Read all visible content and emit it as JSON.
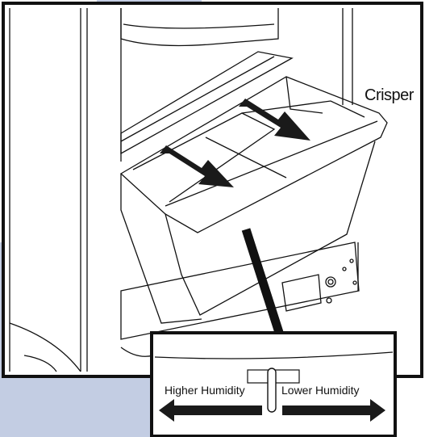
{
  "diagram": {
    "callout_label": "Crisper",
    "inset": {
      "left_label": "Higher Humidity",
      "right_label": "Lower Humidity"
    },
    "colors": {
      "background_panel": "#c3cde3",
      "line": "#111111",
      "fill": "#ffffff",
      "arrow": "#1a1a1a"
    }
  }
}
